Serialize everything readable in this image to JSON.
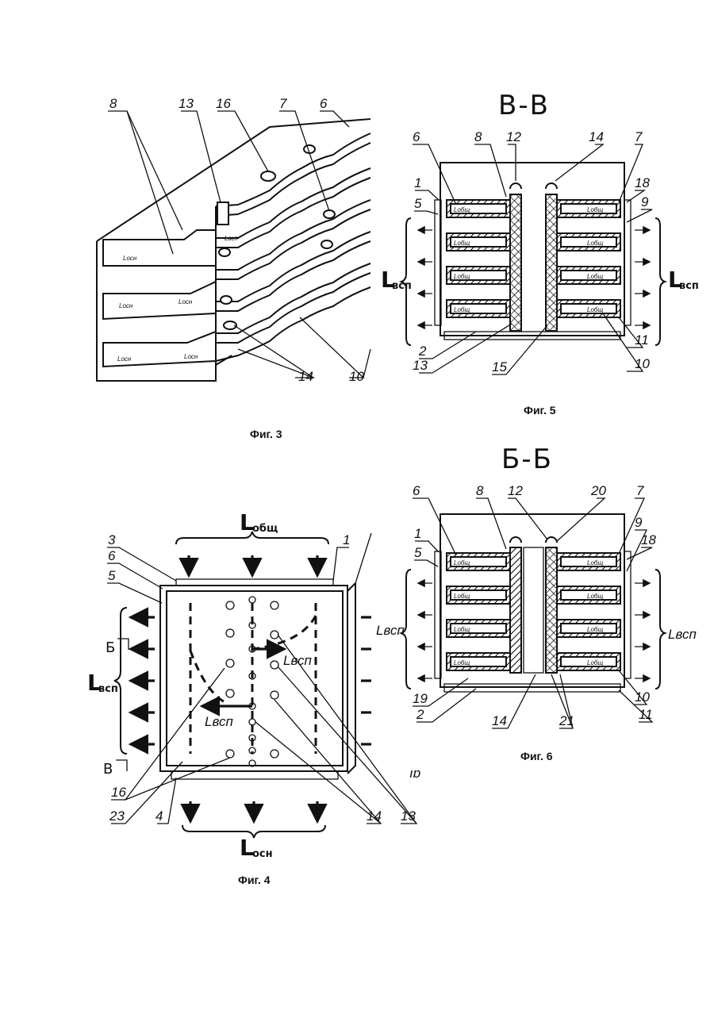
{
  "figures": [
    {
      "caption": "Фиг. 3",
      "labels": [
        "8",
        "13",
        "16",
        "7",
        "6",
        "14",
        "10"
      ],
      "flow_labels": [
        "Lосн",
        "Lвсп"
      ]
    },
    {
      "caption": "Фиг. 5",
      "section": "В-В",
      "labels": [
        "6",
        "8",
        "12",
        "14",
        "7",
        "1",
        "18",
        "5",
        "9",
        "2",
        "13",
        "15",
        "11",
        "10"
      ],
      "flow_labels": [
        "Lобщ",
        "Lвсп"
      ]
    },
    {
      "caption": "Фиг. 4",
      "labels": [
        "3",
        "6",
        "5",
        "1",
        "16",
        "23",
        "4",
        "14",
        "13"
      ],
      "flow_labels": [
        "Lобщ",
        "Lвсп",
        "Lосн"
      ],
      "side_marks": [
        "Б",
        "В"
      ]
    },
    {
      "caption": "Фиг. 6",
      "section": "Б-Б",
      "labels": [
        "6",
        "8",
        "12",
        "20",
        "7",
        "1",
        "9",
        "5",
        "18",
        "19",
        "2",
        "14",
        "21",
        "10",
        "11"
      ],
      "flow_labels": [
        "Lобщ",
        "Lвсп"
      ],
      "stray_mark": "ıɒ"
    }
  ],
  "flow": {
    "common_main": "L",
    "common_sub": "общ",
    "aux_main": "L",
    "aux_sub": "всп",
    "main_main": "L",
    "main_sub": "осн"
  }
}
